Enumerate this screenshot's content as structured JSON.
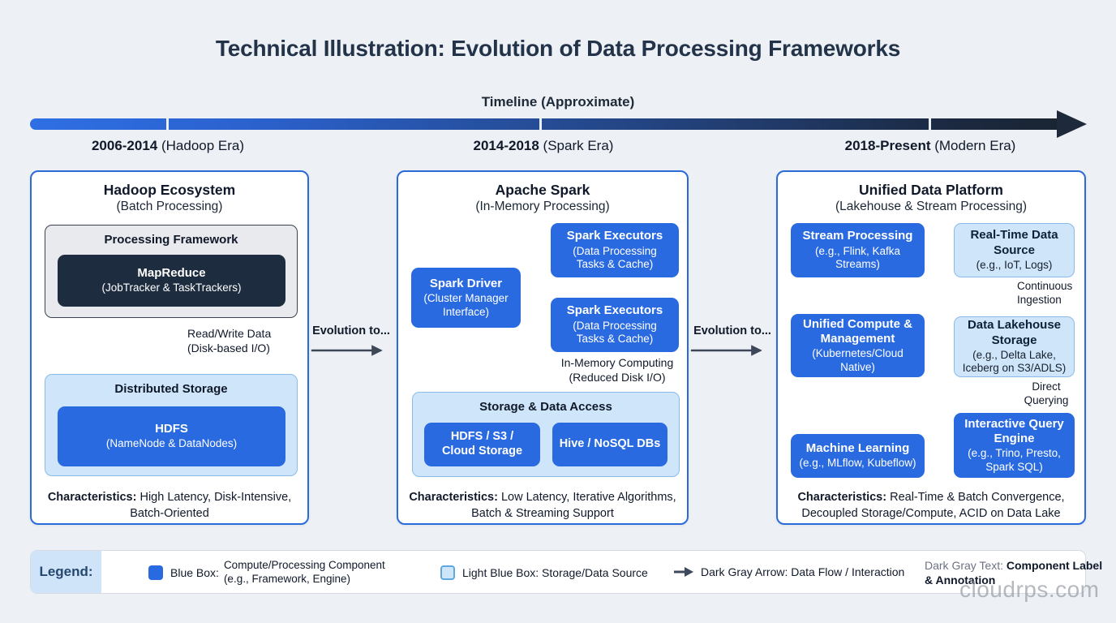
{
  "title": "Technical Illustration: Evolution of Data Processing Frameworks",
  "timeline": {
    "label": "Timeline (Approximate)",
    "eras": [
      {
        "years": "2006-2014",
        "name": " (Hadoop Era)"
      },
      {
        "years": "2014-2018",
        "name": " (Spark Era)"
      },
      {
        "years": "2018-Present",
        "name": " (Modern Era)"
      }
    ]
  },
  "panels": {
    "hadoop": {
      "title": "Hadoop Ecosystem",
      "subtitle": "(Batch Processing)",
      "processing_header": "Processing Framework",
      "mapreduce_title": "MapReduce",
      "mapreduce_sub": "(JobTracker & TaskTrackers)",
      "io_label": "Read/Write Data\n(Disk-based I/O)",
      "storage_header": "Distributed Storage",
      "hdfs_title": "HDFS",
      "hdfs_sub": "(NameNode & DataNodes)",
      "char_label": "Characteristics:",
      "char_text": " High Latency, Disk-Intensive, Batch-Oriented"
    },
    "spark": {
      "title": "Apache Spark",
      "subtitle": "(In-Memory Processing)",
      "driver_title": "Spark Driver",
      "driver_sub": "(Cluster Manager\nInterface)",
      "executor1_title": "Spark Executors",
      "executor1_sub": "(Data Processing\nTasks & Cache)",
      "executor2_title": "Spark Executors",
      "executor2_sub": "(Data Processing\nTasks & Cache)",
      "memory_label": "In-Memory Computing\n(Reduced Disk I/O)",
      "storage_header": "Storage & Data Access",
      "storage_box1": "HDFS / S3 /\nCloud Storage",
      "storage_box2": "Hive / NoSQL DBs",
      "char_label": "Characteristics:",
      "char_text": " Low Latency, Iterative Algorithms, Batch & Streaming Support"
    },
    "modern": {
      "title": "Unified Data Platform",
      "subtitle": "(Lakehouse & Stream Processing)",
      "stream_title": "Stream Processing",
      "stream_sub": "(e.g., Flink, Kafka\nStreams)",
      "rtds_title": "Real-Time Data\nSource",
      "rtds_sub": "(e.g., IoT, Logs)",
      "ingestion_label": "Continuous\nIngestion",
      "compute_title": "Unified Compute &\nManagement",
      "compute_sub": "(Kubernetes/Cloud\nNative)",
      "lakehouse_title": "Data Lakehouse\nStorage",
      "lakehouse_sub": "(e.g., Delta Lake,\nIceberg on S3/ADLS)",
      "querying_label": "Direct\nQuerying",
      "ml_title": "Machine Learning",
      "ml_sub": "(e.g., MLflow, Kubeflow)",
      "iqe_title": "Interactive Query\nEngine",
      "iqe_sub": "(e.g., Trino, Presto,\nSpark SQL)",
      "char_label": "Characteristics:",
      "char_text": " Real-Time & Batch Convergence, Decoupled Storage/Compute, ACID on Data Lake"
    }
  },
  "connectors": {
    "evolution_1": "Evolution to...",
    "evolution_2": "Evolution to..."
  },
  "legend": {
    "title": "Legend:",
    "items": [
      {
        "label": "Blue Box:",
        "desc": "Compute/Processing Component\n(e.g., Framework, Engine)"
      },
      {
        "label": "Light Blue Box:",
        "desc": " Storage/Data Source"
      },
      {
        "label": "Dark Gray Arrow:",
        "desc": " Data Flow / Interaction"
      },
      {
        "label": "Dark Gray Text:",
        "desc": " Component Label & Annotation"
      }
    ]
  },
  "watermark": "cloudrps.com",
  "colors": {
    "accent_blue": "#2a6ae0",
    "light_blue": "#cfe6fa",
    "dark_navy": "#1e2c3f",
    "arrow_gray": "#3d4758",
    "timeline_start": "#2e6fe4",
    "timeline_end": "#1a2533"
  }
}
